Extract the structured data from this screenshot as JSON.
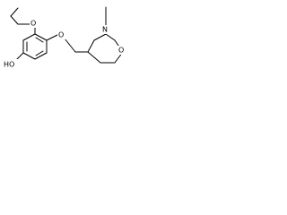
{
  "atom_labels": {
    "ether_o1": "O",
    "ether_o2": "O",
    "ring_o": "O",
    "ring_n": "N",
    "hydroxyl": "HO"
  },
  "colors": {
    "ink": "#000000",
    "background": "#ffffff"
  }
}
